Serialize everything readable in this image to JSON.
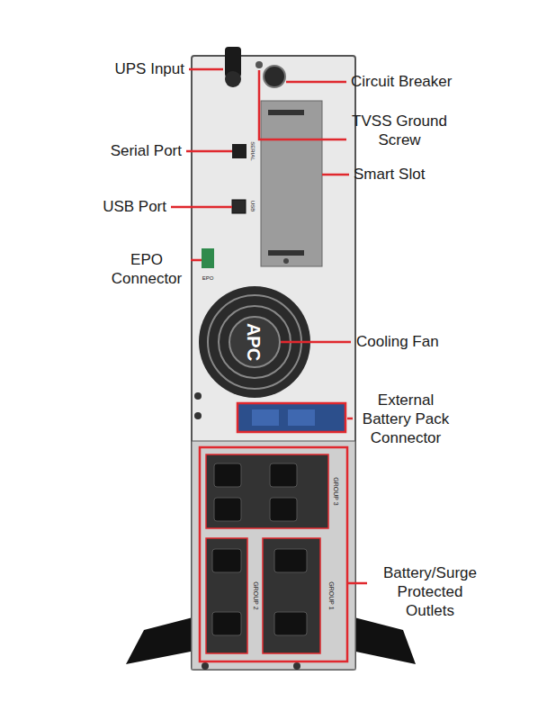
{
  "diagram": {
    "labels": [
      "UPS Input",
      "Circuit Breaker",
      "TVSS Ground Screw",
      "Serial Port",
      "Smart Slot",
      "USB Port",
      "EPO Connector",
      "Cooling Fan",
      "External Battery Pack Connector",
      "Battery/Surge Protected Outlets",
      "APC",
      "GROUP 3",
      "GROUP 2",
      "GROUP 1",
      "SERIAL",
      "USB",
      "EPO"
    ]
  }
}
